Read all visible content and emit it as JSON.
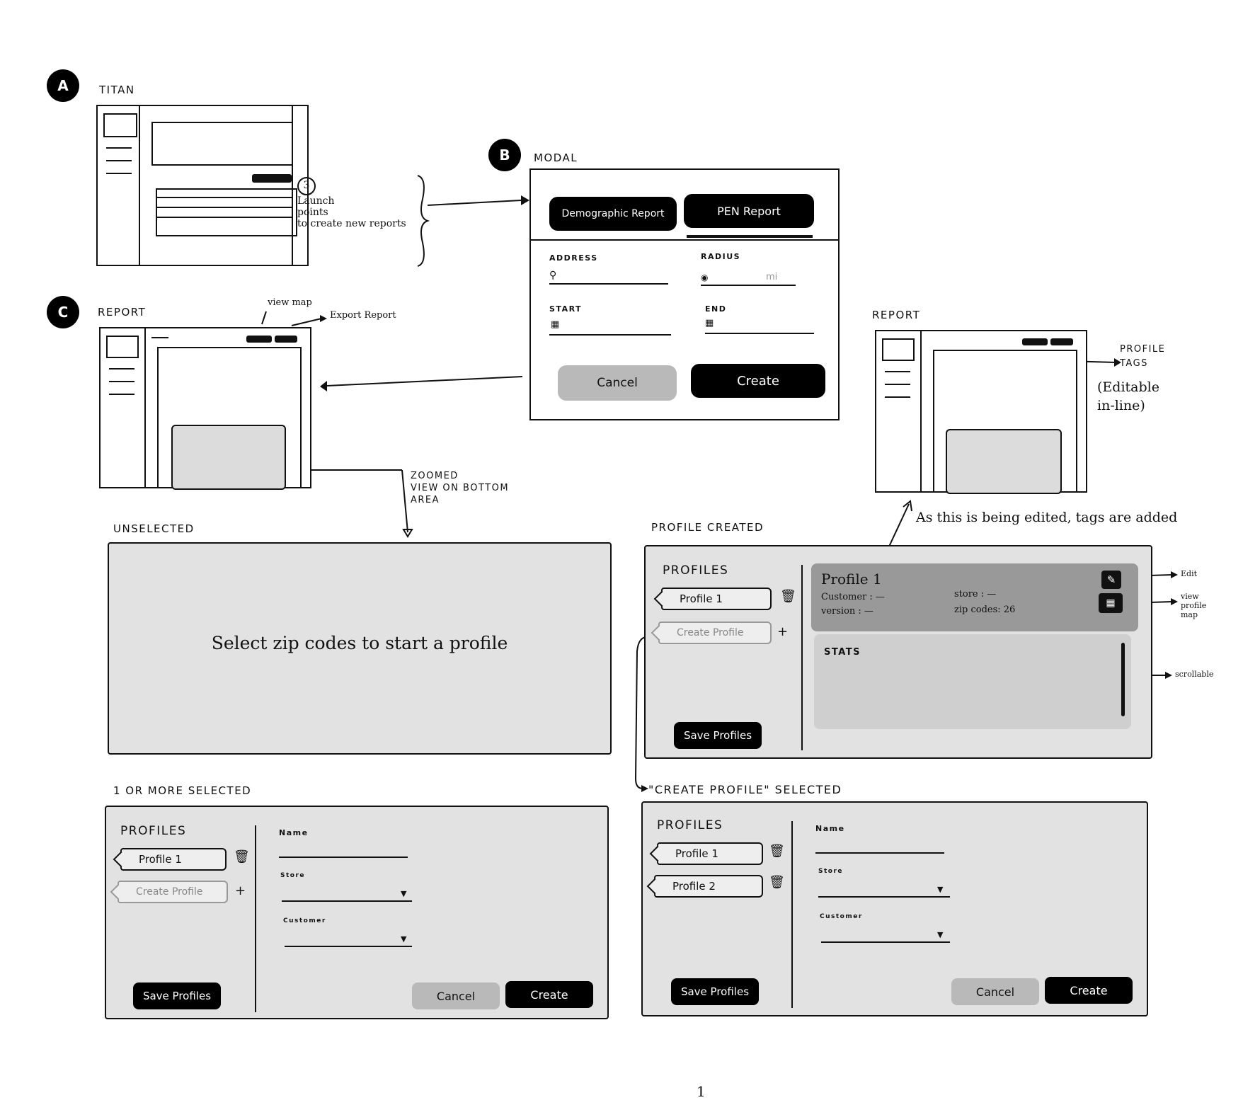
{
  "section_a": {
    "badge": "A",
    "title": "TITAN",
    "annotation_num": "3",
    "annotation_lines": [
      "Launch",
      "points",
      "to create new reports"
    ]
  },
  "section_b": {
    "badge": "B",
    "title": "MODAL",
    "tabs": [
      "Demographic Report",
      "PEN Report"
    ],
    "fields": {
      "address": "ADDRESS",
      "radius": "RADIUS",
      "radius_unit": "mi",
      "start": "START",
      "end": "END"
    },
    "cancel": "Cancel",
    "create": "Create"
  },
  "section_c": {
    "badge": "C",
    "title": "REPORT",
    "view_map": "view map",
    "export": "Export Report",
    "zoom_note": [
      "ZOOMED",
      "VIEW ON BOTTOM",
      "AREA"
    ]
  },
  "report_right": {
    "title": "REPORT",
    "tags_note": [
      "PROFILE",
      "TAGS"
    ],
    "editable_note": [
      "(Editable",
      "in-line)"
    ],
    "edit_note": "As this is being edited, tags are added"
  },
  "unselected": {
    "label": "UNSELECTED",
    "message": "Select zip codes to start a profile"
  },
  "profile_created": {
    "label": "PROFILE CREATED",
    "heading": "PROFILES",
    "profile1": "Profile 1",
    "create_profile": "Create Profile",
    "plus": "+",
    "card_title": "Profile 1",
    "customer": "Customer : —",
    "version": "version : —",
    "store": "store : —",
    "zip": "zip codes: 26",
    "stats": "STATS",
    "save": "Save Profiles",
    "edit_note": "Edit",
    "map_note": [
      "view",
      "profile",
      "map"
    ],
    "scroll_note": "scrollable"
  },
  "one_selected": {
    "label": "1 OR MORE SELECTED",
    "heading": "PROFILES",
    "profile1": "Profile 1",
    "create_profile": "Create Profile",
    "plus": "+",
    "name": "Name",
    "store": "Store",
    "customer": "Customer",
    "save": "Save Profiles",
    "cancel": "Cancel",
    "create": "Create"
  },
  "create_selected": {
    "label": "\"CREATE PROFILE\" SELECTED",
    "heading": "PROFILES",
    "profile1": "Profile 1",
    "profile2": "Profile 2",
    "name": "Name",
    "store": "Store",
    "customer": "Customer",
    "save": "Save Profiles",
    "cancel": "Cancel",
    "create": "Create"
  },
  "page_number": "1"
}
